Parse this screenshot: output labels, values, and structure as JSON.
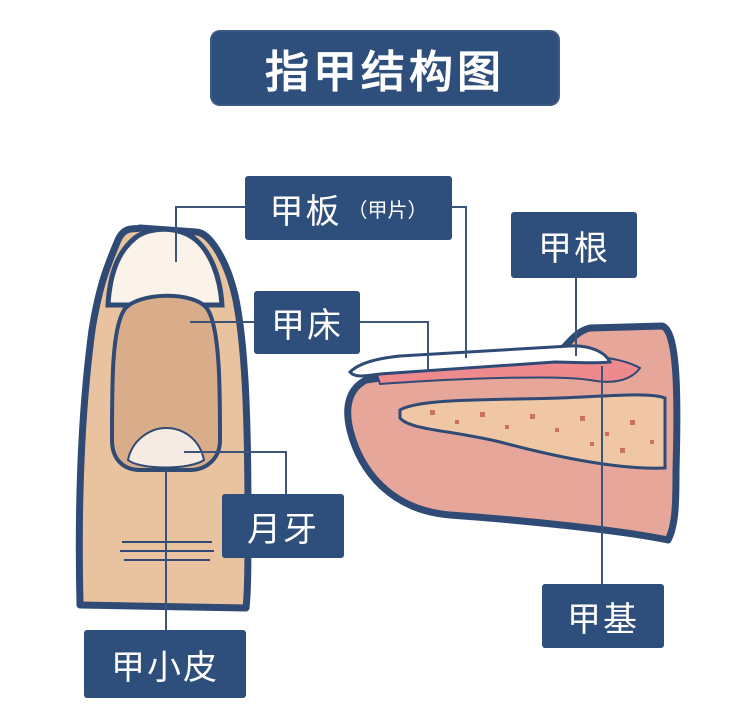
{
  "title": "指甲结构图",
  "labels": {
    "nail_plate": "甲板",
    "nail_plate_alt": "（甲片）",
    "nail_root": "甲根",
    "nail_bed": "甲床",
    "lunula": "月牙",
    "nail_matrix": "甲基",
    "cuticle": "甲小皮"
  },
  "colors": {
    "label_bg": "#2e4f7c",
    "outline": "#2f4a74",
    "skin": "#e9c39f",
    "nail_bed": "#d9ad8a",
    "lunula": "#f6ebe2",
    "side_skin": "#d98f86",
    "pink": "#ee8a8e"
  }
}
